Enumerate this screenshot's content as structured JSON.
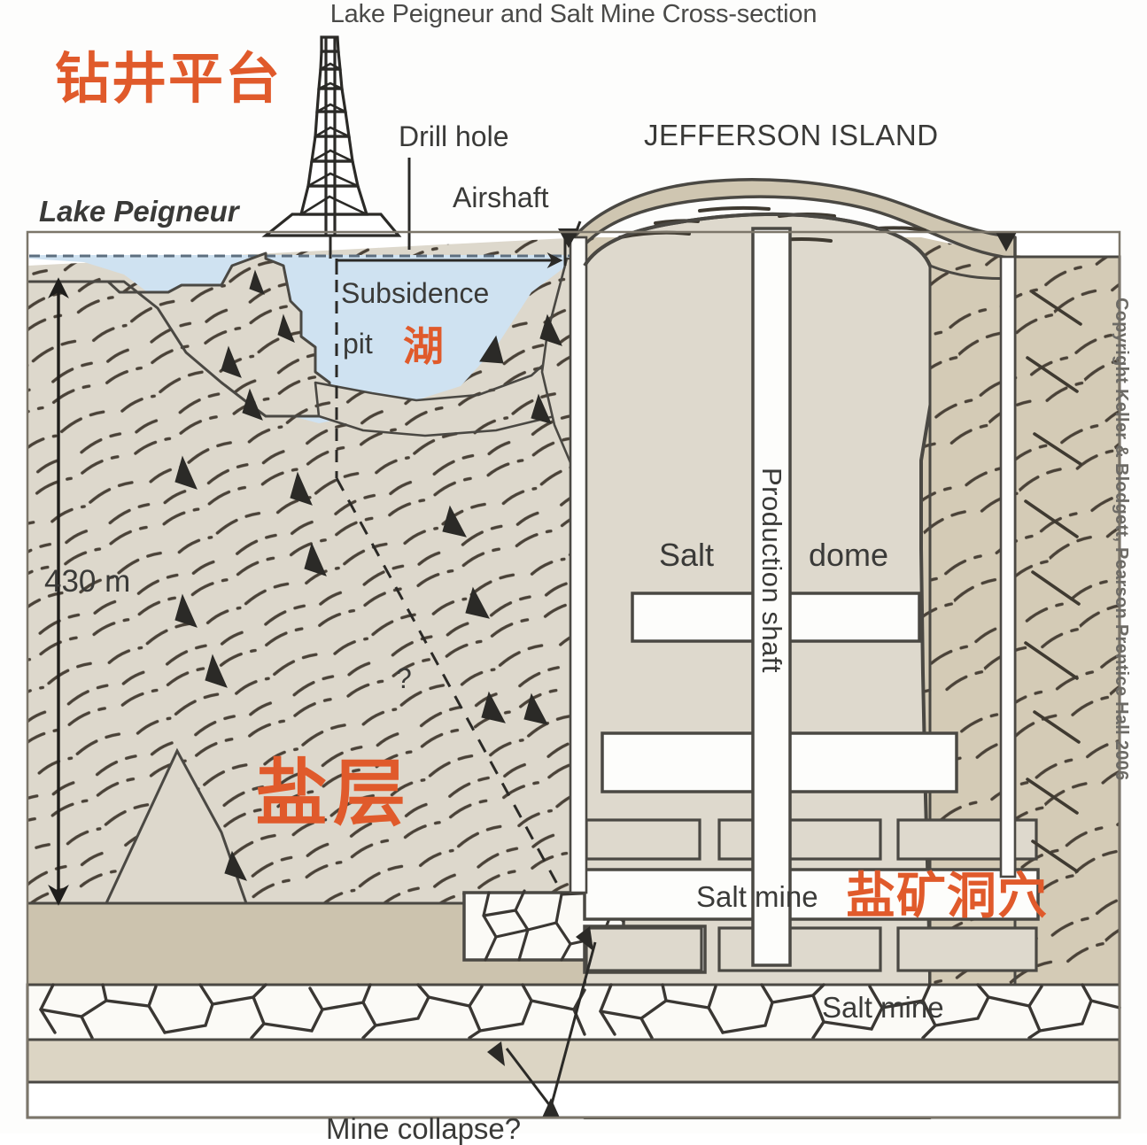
{
  "title": "Lake Peigneur and Salt Mine Cross-section",
  "labels": {
    "drill_hole": "Drill hole",
    "airshaft": "Airshaft",
    "jefferson_island": "JEFFERSON ISLAND",
    "lake_peigneur": "Lake Peigneur",
    "subsidence": "Subsidence",
    "pit": "pit",
    "depth": "430 m",
    "salt": "Salt",
    "dome": "dome",
    "production_shaft": "Production shaft",
    "salt_mine_upper": "Salt mine",
    "salt_mine_lower": "Salt mine",
    "mine_collapse": "Mine collapse?",
    "question_mark": "?",
    "copyright": "Copyright Keller & Blodgett, Pearson Prentice Hall 2006"
  },
  "annotations_cn": {
    "drilling_rig": "钻井平台",
    "lake": "湖",
    "salt_layer": "盐层",
    "salt_mine_cavern": "盐矿洞穴"
  },
  "colors": {
    "annotation": "#e05a2b",
    "water": "#cfe2f1",
    "sediment": "#c9bfa9",
    "salt_dome": "#ded9cd",
    "mine_void": "#fdfdfb",
    "outline": "#4a4843",
    "text": "#3a3a38"
  },
  "chart_data": {
    "type": "diagram",
    "subject": "geologic cross-section",
    "depth_marker_m": 430,
    "units": "meters"
  }
}
